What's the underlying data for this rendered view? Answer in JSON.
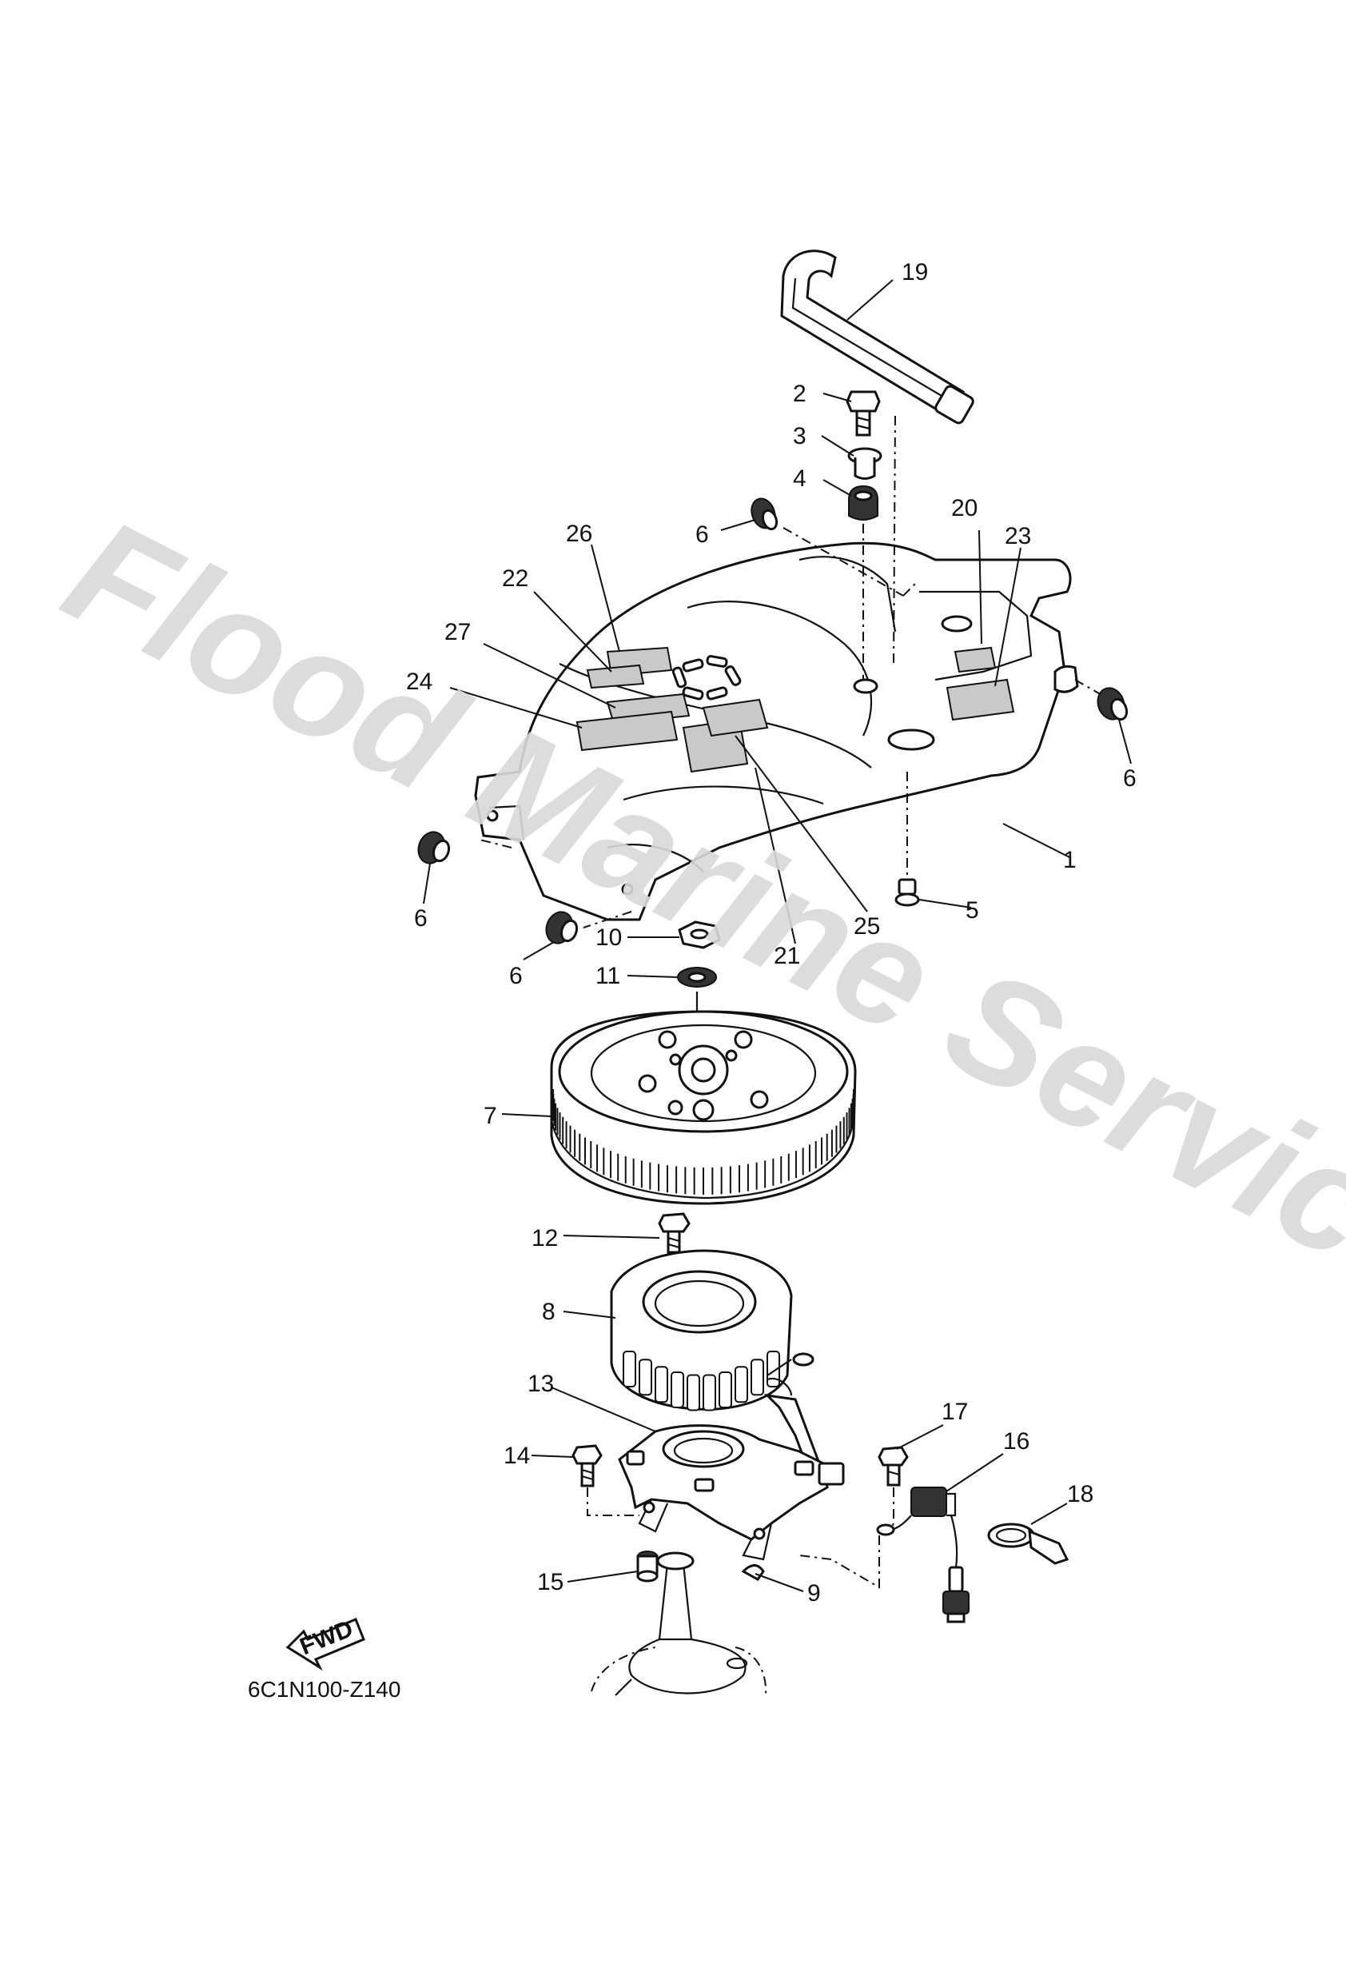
{
  "watermark": "Flood Marine Services",
  "diagram_code": "6C1N100-Z140",
  "fwd_label": "FWD",
  "callouts": {
    "p1": "1",
    "p2": "2",
    "p3": "3",
    "p4": "4",
    "p5": "5",
    "p6a": "6",
    "p6b": "6",
    "p6c": "6",
    "p6d": "6",
    "p7": "7",
    "p8": "8",
    "p9": "9",
    "p10": "10",
    "p11": "11",
    "p12": "12",
    "p13": "13",
    "p14": "14",
    "p15": "15",
    "p16": "16",
    "p17": "17",
    "p18": "18",
    "p19": "19",
    "p20": "20",
    "p21": "21",
    "p22": "22",
    "p23": "23",
    "p24": "24",
    "p25": "25",
    "p26": "26",
    "p27": "27"
  }
}
